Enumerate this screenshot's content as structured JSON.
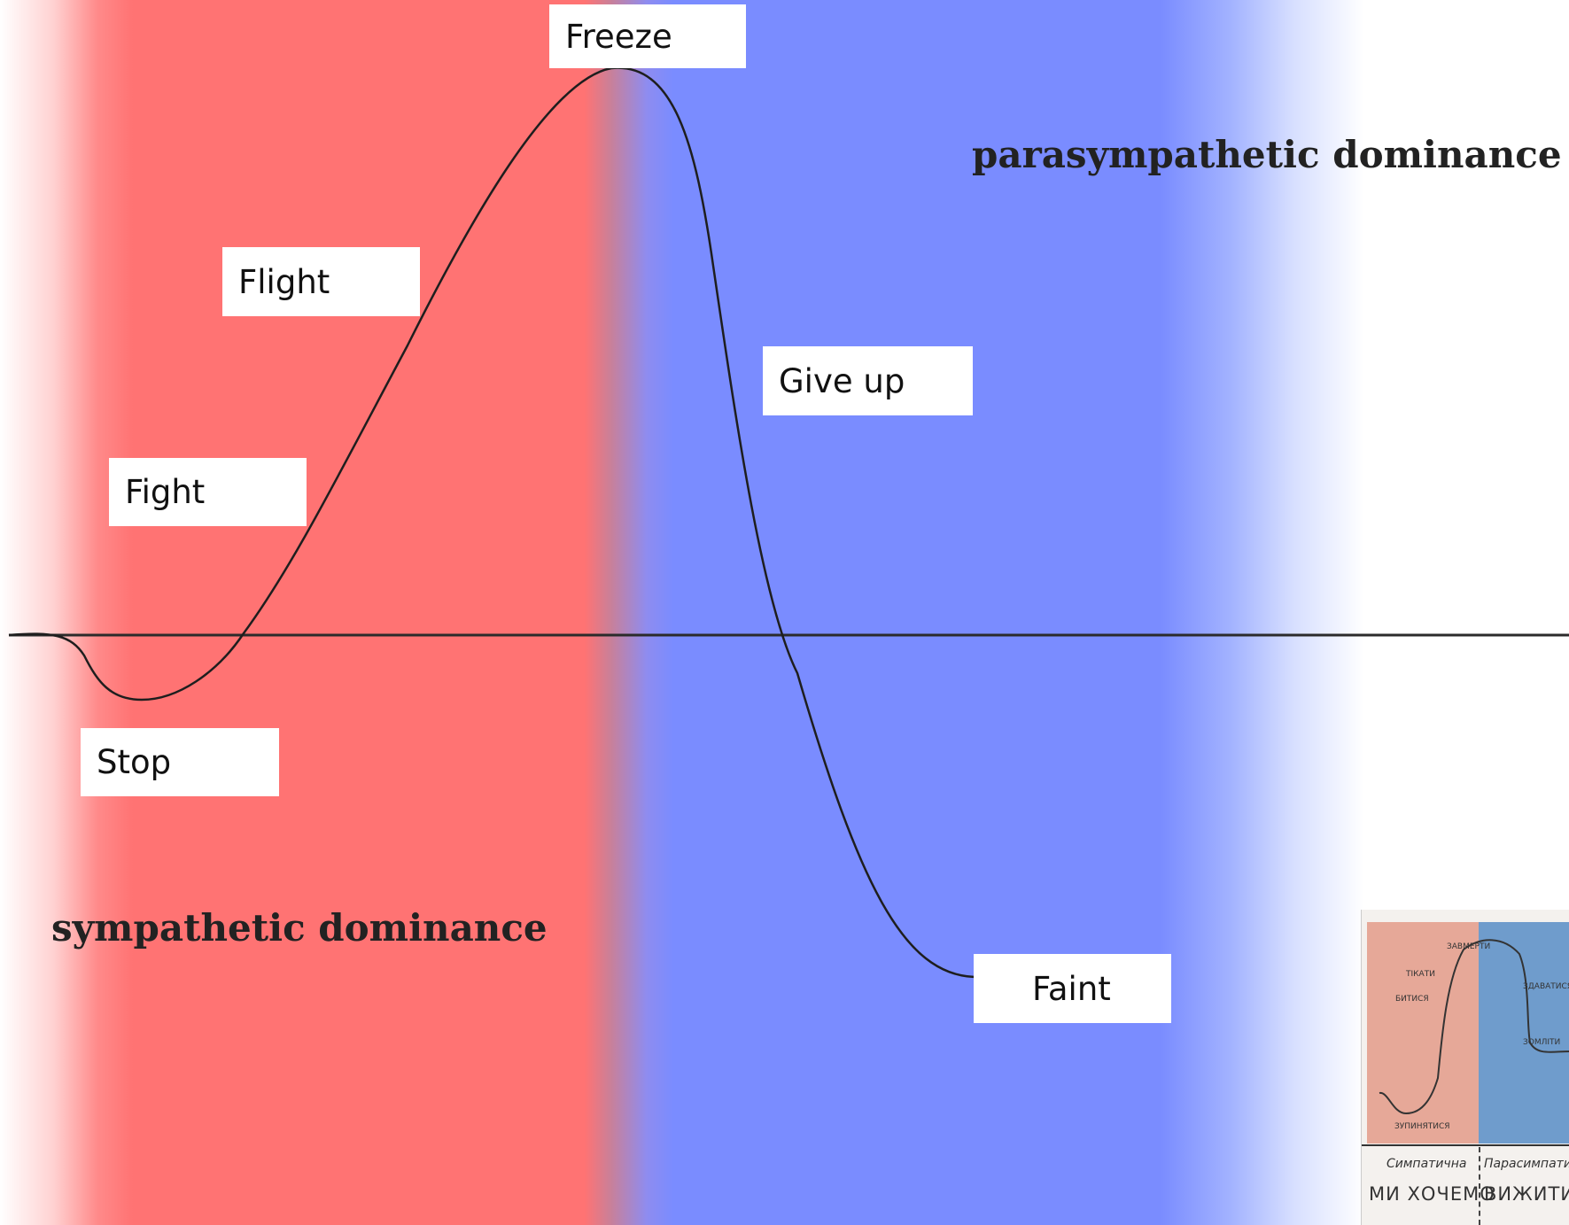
{
  "labels": {
    "freeze": "Freeze",
    "flight": "Flight",
    "give_up": "Give up",
    "fight": "Fight",
    "stop": "Stop",
    "faint": "Faint"
  },
  "zones": {
    "parasympathetic": "parasympathetic dominance",
    "sympathetic": "sympathetic dominance"
  },
  "colors": {
    "sympathetic": "#ff7373",
    "parasympathetic": "#7a8cff"
  },
  "thumbnail": {
    "freeze": "ЗАВМЕРТИ",
    "flight": "ТІКАТИ",
    "fight": "БИТИСЯ",
    "give_up": "ЗДАВАТИСЯ",
    "faint": "ЗОМЛІТИ",
    "stop": "ЗУПИНЯТИСЯ",
    "sympathetic": "Симпатична",
    "parasympathetic": "Парасимпатична",
    "slogan_left": "МИ ХОЧЕМО",
    "slogan_right": "ВИЖИТИ !"
  }
}
